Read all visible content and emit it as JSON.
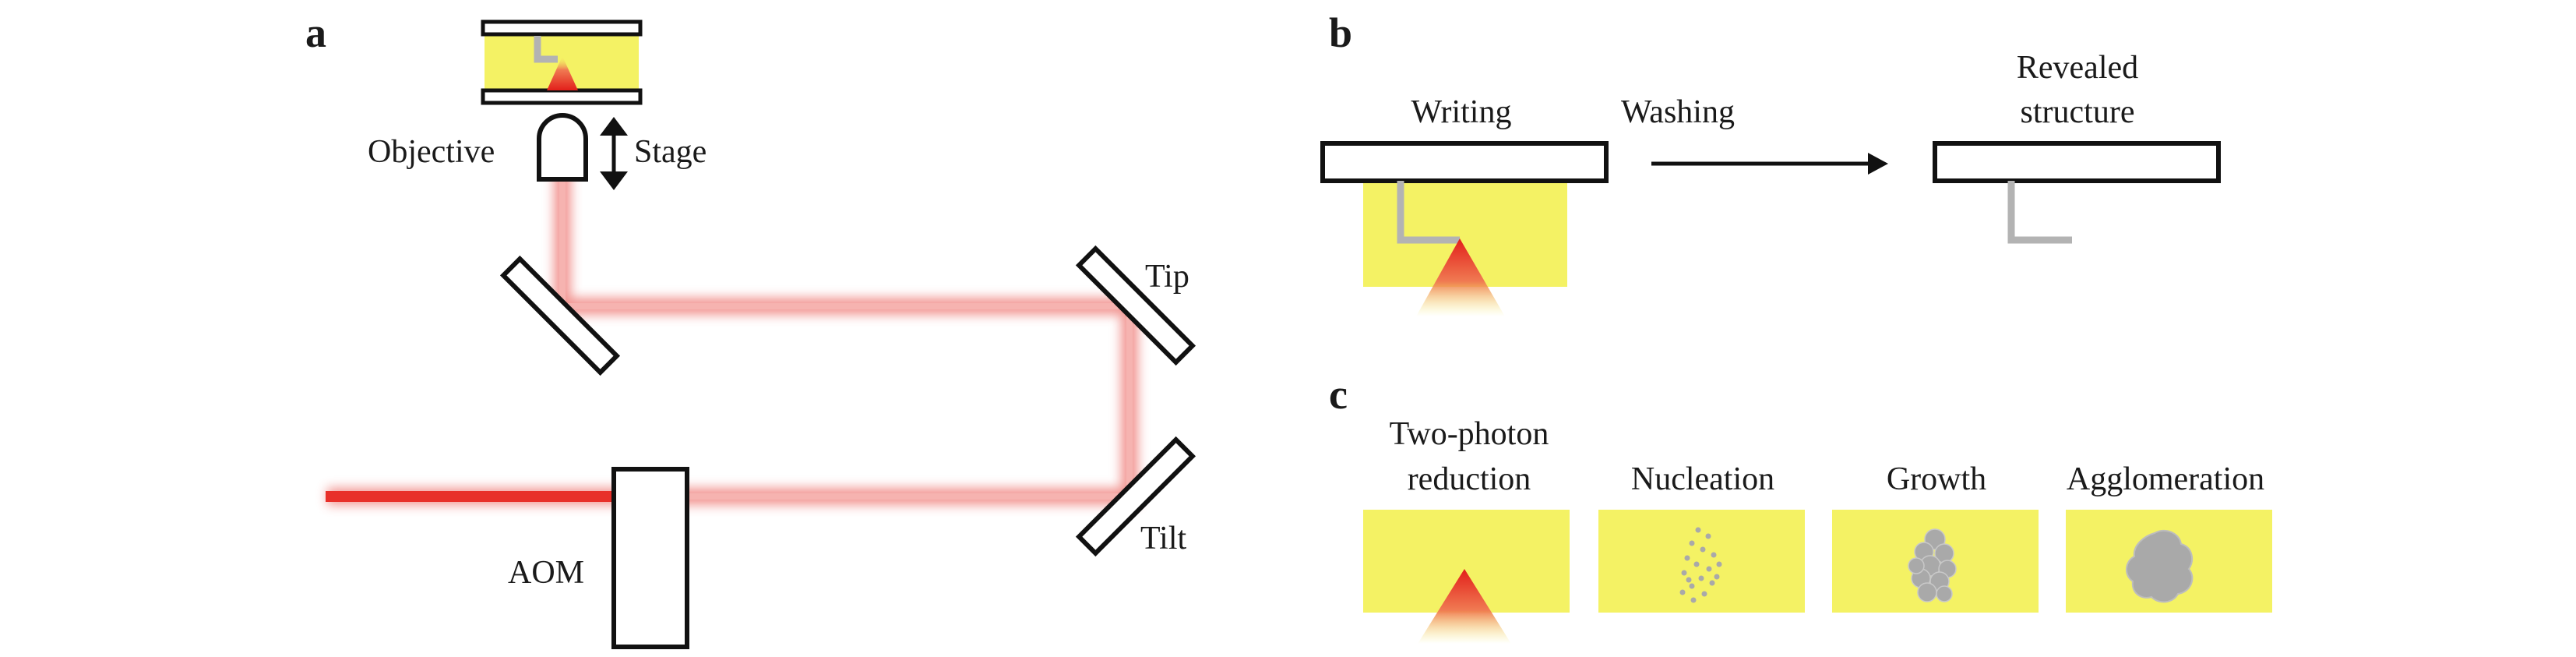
{
  "panels": {
    "a": {
      "letter": "a",
      "labels": {
        "objective": "Objective",
        "stage": "Stage",
        "tip": "Tip",
        "tilt": "Tilt",
        "aom": "AOM"
      }
    },
    "b": {
      "letter": "b",
      "labels": {
        "writing": "Writing",
        "washing": "Washing",
        "revealed_line1": "Revealed",
        "revealed_line2": "structure"
      }
    },
    "c": {
      "letter": "c",
      "labels": {
        "two_photon_line1": "Two-photon",
        "two_photon_line2": "reduction",
        "nucleation": "Nucleation",
        "growth": "Growth",
        "agglomeration": "Agglomeration"
      }
    }
  },
  "colors": {
    "sample_fill": "#f4f264",
    "laser_red": "#e8302a",
    "beam_glow": "#f08a86",
    "structure_gray": "#b3b3b3",
    "outline": "#111111"
  },
  "icons": {
    "stage_arrow": "double-vertical-arrow",
    "process_arrow": "right-arrow",
    "focal_spot": "laser-focus-cone"
  }
}
